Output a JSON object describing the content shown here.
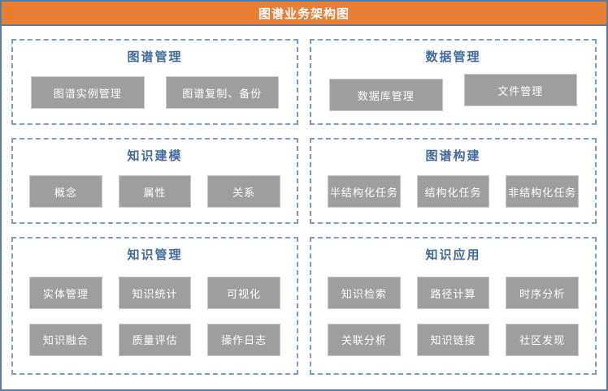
{
  "page": {
    "title": "图谱业务架构图"
  },
  "colors": {
    "header_bg": "#E97F35",
    "outer_border": "#5B7CA0",
    "dashed_border": "#7E9CBB",
    "section_title": "#3F6A9B",
    "button_bg": "#9E9E9E",
    "button_border": "#C9C9C9",
    "button_text": "#FFFFFF"
  },
  "sections": [
    {
      "title": "图谱管理",
      "rows": [
        [
          "图谱实例管理",
          "图谱复制、备份"
        ]
      ]
    },
    {
      "title": "数据管理",
      "rows": [
        [
          "数据库管理",
          "文件管理"
        ]
      ]
    },
    {
      "title": "知识建模",
      "rows": [
        [
          "概念",
          "属性",
          "关系"
        ]
      ]
    },
    {
      "title": "图谱构建",
      "rows": [
        [
          "半结构化任务",
          "结构化任务",
          "非结构化任务"
        ]
      ]
    },
    {
      "title": "知识管理",
      "rows": [
        [
          "实体管理",
          "知识统计",
          "可视化"
        ],
        [
          "知识融合",
          "质量评估",
          "操作日志"
        ]
      ]
    },
    {
      "title": "知识应用",
      "rows": [
        [
          "知识检索",
          "路径计算",
          "时序分析"
        ],
        [
          "关联分析",
          "知识链接",
          "社区发现"
        ]
      ]
    }
  ]
}
